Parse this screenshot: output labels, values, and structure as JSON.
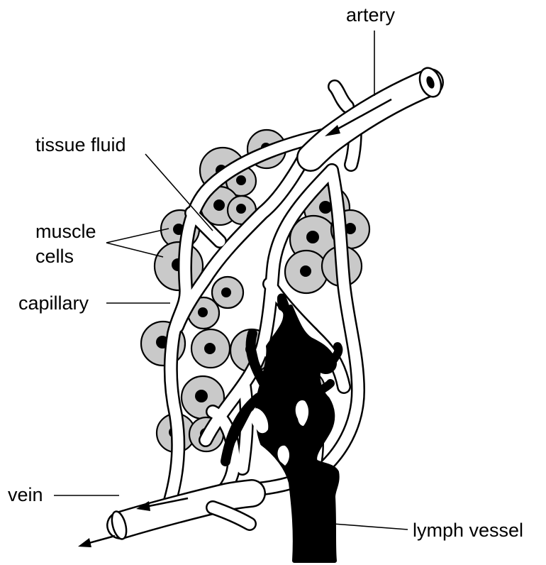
{
  "labels": {
    "artery": "artery",
    "tissue_fluid": "tissue fluid",
    "muscle_cells_line1": "muscle",
    "muscle_cells_line2": "cells",
    "capillary": "capillary",
    "vein": "vein",
    "lymph_vessel": "lymph vessel"
  },
  "colors": {
    "cell_fill": "#c9c9c9",
    "outline": "#000000",
    "background": "#ffffff"
  }
}
